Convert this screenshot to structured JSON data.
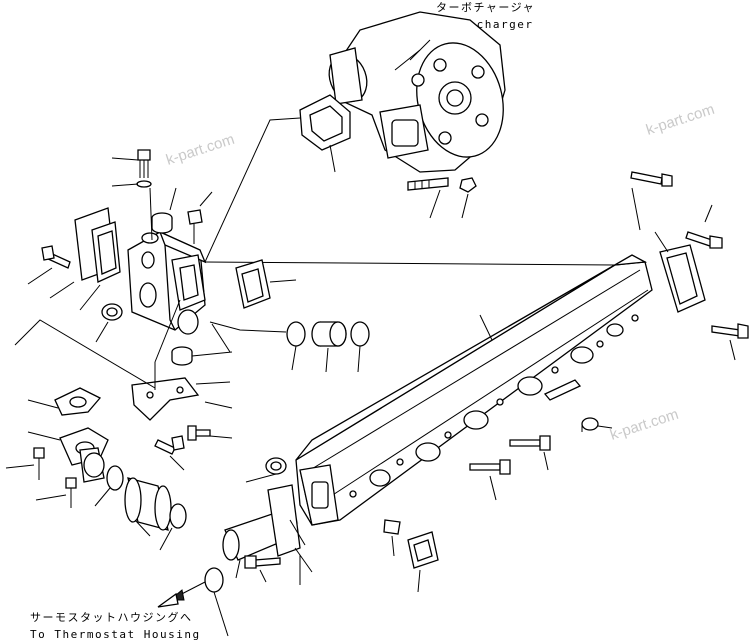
{
  "labels": {
    "turbocharger_jp": "ターボチャージャ",
    "turbocharger_en": "Turbocharger",
    "thermostat_jp": "サーモスタットハウジングへ",
    "thermostat_en": "To Thermostat Housing"
  },
  "watermarks": [
    "k-part.com",
    "k-part.com",
    "k-part.com",
    "k-part.com"
  ],
  "icons": {
    "arrow": "arrow-left-down-icon"
  },
  "colors": {
    "line": "#000000",
    "background": "#ffffff",
    "watermark": "#c9c9c9"
  }
}
